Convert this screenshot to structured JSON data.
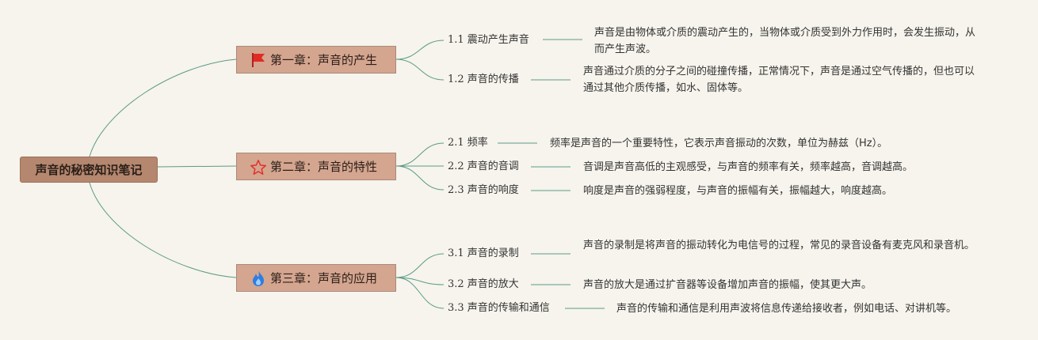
{
  "root": {
    "title": "声音的秘密知识笔记"
  },
  "chapters": [
    {
      "title": "第一章：声音的产生",
      "icon": "flag-icon",
      "topics": [
        {
          "label": "1.1 震动产生声音",
          "note": "声音是由物体或介质的震动产生的，当物体或介质受到外力作用时，会发生振动，从而产生声波。"
        },
        {
          "label": "1.2 声音的传播",
          "note": "声音通过介质的分子之间的碰撞传播，正常情况下，声音是通过空气传播的，但也可以通过其他介质传播，如水、固体等。"
        }
      ]
    },
    {
      "title": "第二章：声音的特性",
      "icon": "star-icon",
      "topics": [
        {
          "label": "2.1 频率",
          "note": "频率是声音的一个重要特性，它表示声音振动的次数，单位为赫兹（Hz）。"
        },
        {
          "label": "2.2 声音的音调",
          "note": "音调是声音高低的主观感受，与声音的频率有关，频率越高，音调越高。"
        },
        {
          "label": "2.3 声音的响度",
          "note": "响度是声音的强弱程度，与声音的振幅有关，振幅越大，响度越高。"
        }
      ]
    },
    {
      "title": "第三章：声音的应用",
      "icon": "fire-icon",
      "topics": [
        {
          "label": "3.1 声音的录制",
          "note": "声音的录制是将声音的振动转化为电信号的过程，常见的录音设备有麦克风和录音机。"
        },
        {
          "label": "3.2 声音的放大",
          "note": "声音的放大是通过扩音器等设备增加声音的振幅，使其更大声。"
        },
        {
          "label": "3.3 声音的传输和通信",
          "note": "声音的传输和通信是利用声波将信息传递给接收者，例如电话、对讲机等。"
        }
      ]
    }
  ],
  "colors": {
    "link": "#5c9a87",
    "root": "#b5876f",
    "chapter": "#d4a58f",
    "background": "#f6f4ec"
  }
}
